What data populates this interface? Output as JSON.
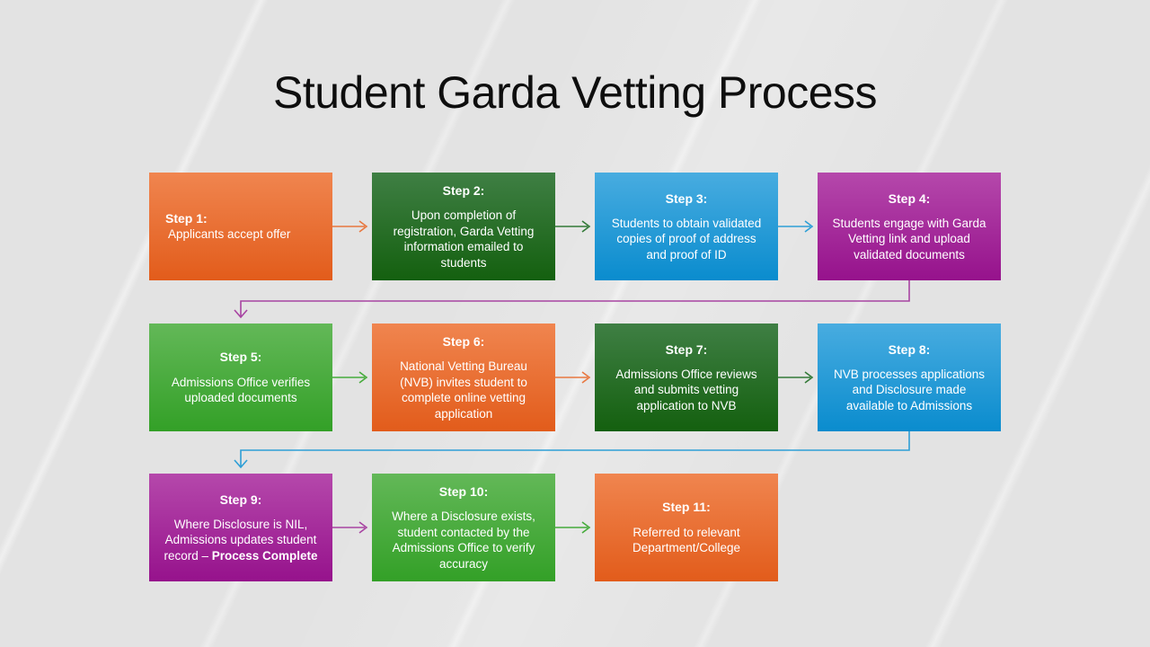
{
  "title": "Student Garda Vetting Process",
  "palette": {
    "orange": "#E87840",
    "green_dark": "#337A38",
    "blue": "#2E9FD6",
    "purple": "#A844A2",
    "green": "#46AB3C",
    "background": "#e3e3e3",
    "box_text": "#ffffff",
    "title_text": "#0e0e0e"
  },
  "steps": [
    {
      "heading": "Step 1:",
      "body": "Applicants accept offer",
      "color": "orange"
    },
    {
      "heading": "Step 2:",
      "body": "Upon completion of registration, Garda Vetting information emailed to students",
      "color": "green_dark"
    },
    {
      "heading": "Step 3:",
      "body": "Students to obtain validated copies of proof of address and proof of ID",
      "color": "blue"
    },
    {
      "heading": "Step 4:",
      "body": "Students engage with Garda Vetting link and upload validated documents",
      "color": "purple"
    },
    {
      "heading": "Step 5:",
      "body": "Admissions Office verifies uploaded documents",
      "color": "green"
    },
    {
      "heading": "Step 6:",
      "body": "National Vetting Bureau (NVB) invites student to complete online vetting application",
      "color": "orange"
    },
    {
      "heading": "Step 7:",
      "body": "Admissions Office reviews and submits vetting application to NVB",
      "color": "green_dark"
    },
    {
      "heading": "Step 8:",
      "body": "NVB processes applications and Disclosure made available to Admissions",
      "color": "blue"
    },
    {
      "heading": "Step 9:",
      "body": "Where Disclosure is NIL, Admissions updates student record – ",
      "body_bold": "Process Complete",
      "color": "purple"
    },
    {
      "heading": "Step 10:",
      "body": "Where a Disclosure exists, student contacted by the Admissions Office to verify accuracy",
      "color": "green"
    },
    {
      "heading": "Step 11:",
      "body": "Referred to relevant Department/College",
      "color": "orange"
    }
  ],
  "connectors": [
    {
      "from": "step-1",
      "to": "step-2",
      "color_key": "orange"
    },
    {
      "from": "step-2",
      "to": "step-3",
      "color_key": "green_dark"
    },
    {
      "from": "step-3",
      "to": "step-4",
      "color_key": "blue"
    },
    {
      "from": "step-4",
      "to": "step-5",
      "color_key": "purple"
    },
    {
      "from": "step-5",
      "to": "step-6",
      "color_key": "green"
    },
    {
      "from": "step-6",
      "to": "step-7",
      "color_key": "orange"
    },
    {
      "from": "step-7",
      "to": "step-8",
      "color_key": "green_dark"
    },
    {
      "from": "step-8",
      "to": "step-9",
      "color_key": "blue"
    },
    {
      "from": "step-9",
      "to": "step-10",
      "color_key": "purple"
    },
    {
      "from": "step-10",
      "to": "step-11",
      "color_key": "green"
    }
  ]
}
